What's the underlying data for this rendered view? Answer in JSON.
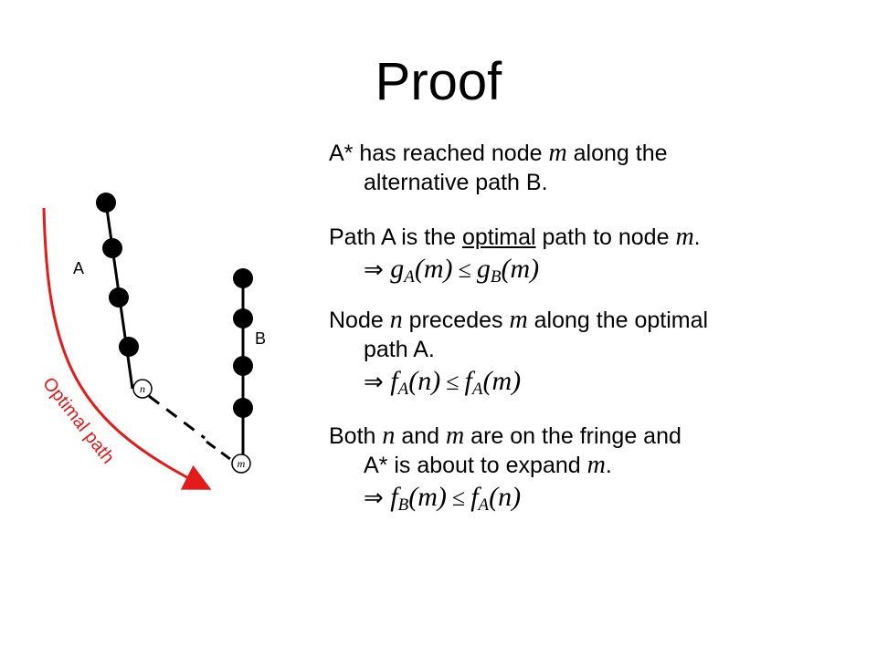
{
  "slide": {
    "title": "Proof"
  },
  "diagram": {
    "label_a": "A",
    "label_b": "B",
    "node_n": "n",
    "node_m": "m",
    "optimal_path_label": "Optimal path",
    "arrow_color": "#e31b1b"
  },
  "text": {
    "p1": {
      "a": "A* has reached node ",
      "m": "m",
      "b": " along the",
      "c": "alternative path B."
    },
    "p2": {
      "a": "Path A is the ",
      "underlined": "optimal",
      "b": " path to node ",
      "m": "m",
      "c": ".",
      "implies_arrow": "⇒",
      "lhs": "g",
      "lhs_sub": "A",
      "lhs_arg": "(m)",
      "op": "≤",
      "rhs": "g",
      "rhs_sub": "B",
      "rhs_arg": "(m)"
    },
    "p3": {
      "a": "Node ",
      "n": "n",
      "b": " precedes ",
      "m": "m",
      "c": " along the optimal",
      "d": "path A.",
      "implies_arrow": "⇒",
      "lhs": "f",
      "lhs_sub": "A",
      "lhs_arg": "(n)",
      "op": "≤",
      "rhs": "f",
      "rhs_sub": "A",
      "rhs_arg": "(m)"
    },
    "p4": {
      "a": "Both ",
      "n": "n",
      "b": " and ",
      "m": "m",
      "c": " are on the fringe and",
      "d": "A* is about to expand ",
      "m2": "m",
      "e": ".",
      "implies_arrow": "⇒",
      "lhs": "f",
      "lhs_sub": "B",
      "lhs_arg": "(m)",
      "op": "≤",
      "rhs": "f",
      "rhs_sub": "A",
      "rhs_arg": "(n)"
    }
  }
}
